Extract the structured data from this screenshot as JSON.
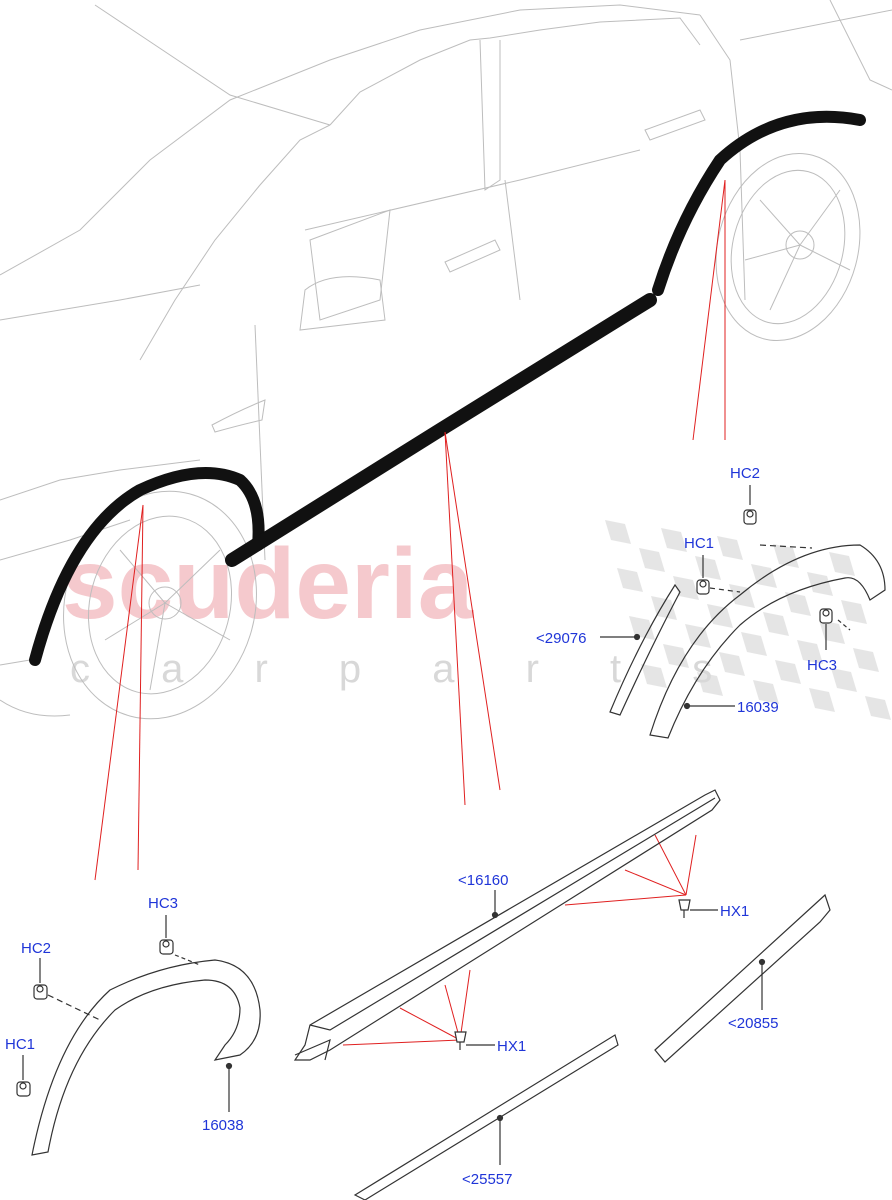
{
  "watermark": {
    "brand": "scuderia",
    "tagline": "c a r   p a r t s",
    "brand_color": "#f2b8bd",
    "tagline_color": "#d8d8d8",
    "checker_color": "#cfcfcf"
  },
  "colors": {
    "label": "#1f35d8",
    "leader": "#e02020",
    "outline": "#333333",
    "car_outline": "#bdbdbd",
    "highlight": "#111111"
  },
  "callouts": {
    "rear_arch": {
      "hc2": "HC2",
      "hc1": "HC1",
      "hc3": "HC3",
      "seal": "<29076",
      "arch": "16039"
    },
    "front_arch": {
      "hc3": "HC3",
      "hc2": "HC2",
      "hc1": "HC1",
      "arch": "16038"
    },
    "sill": {
      "moulding": "<16160",
      "hx1_upper": "HX1",
      "hx1_lower": "HX1",
      "finisher_lower": "<25557",
      "finisher_right": "<20855"
    }
  }
}
